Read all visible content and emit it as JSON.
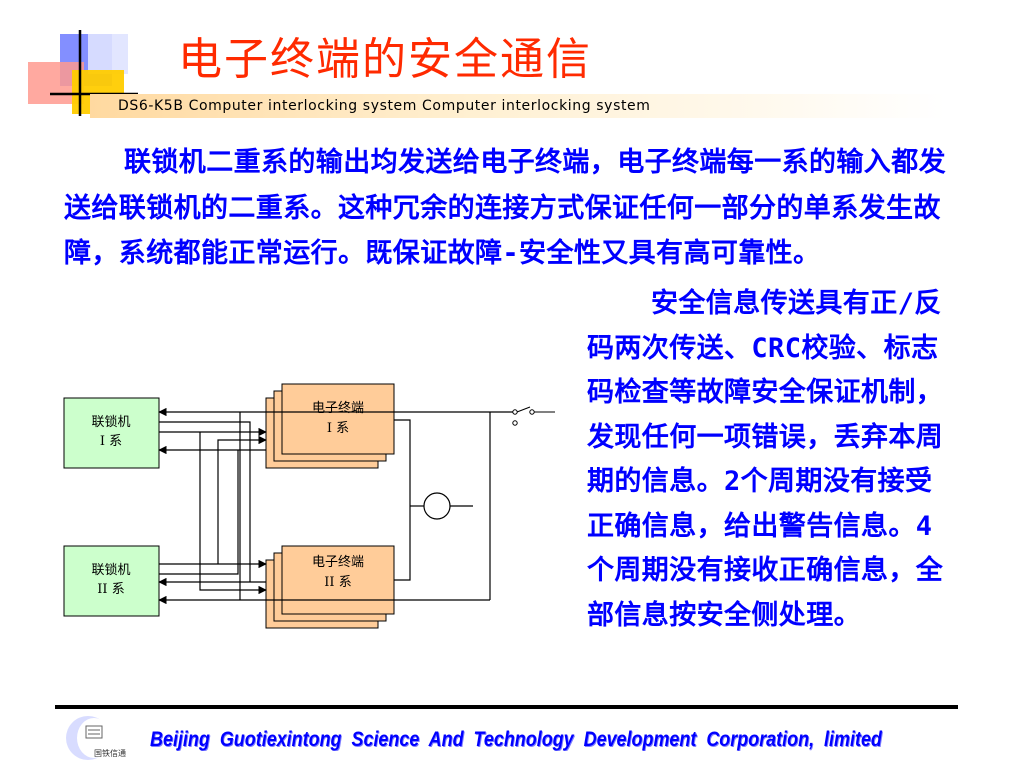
{
  "slide": {
    "title": "电子终端的安全通信",
    "subtitle": "DS6-K5B Computer interlocking system Computer interlocking system",
    "paragraph1": "联锁机二重系的输出均发送给电子终端，电子终端每一系的输入都发送给联锁机的二重系。这种冗余的连接方式保证任何一部分的单系发生故障，系统都能正常运行。既保证故障-安全性又具有高可靠性。",
    "paragraph2": "安全信息传送具有正/反码两次传送、CRC校验、标志码检查等故障安全保证机制，发现任何一项错误，丢弃本周期的信息。2个周期没有接受正确信息，给出警告信息。4个周期没有接收正确信息，全部信息按安全侧处理。"
  },
  "diagram": {
    "interlock_1": {
      "line1": "联锁机",
      "line2": "I 系"
    },
    "interlock_2": {
      "line1": "联锁机",
      "line2": "II 系"
    },
    "terminal_1": {
      "line1": "电子终端",
      "line2": "I 系"
    },
    "terminal_2": {
      "line1": "电子终端",
      "line2": "II 系"
    },
    "colors": {
      "interlock_fill": "#ccffcc",
      "terminal_fill": "#ffcc99",
      "text_blue": "#0000ff",
      "title_red": "#ff2a00"
    }
  },
  "footer": {
    "company": "Beijing  Guotiexintong  Science  And  Technology  Development  Corporation,  limited",
    "logo_text": "国铁信通"
  },
  "colors": {
    "accent_yellow": "#ffcc00",
    "accent_blue": "#6d7bff",
    "accent_pink": "#ff8a80"
  }
}
